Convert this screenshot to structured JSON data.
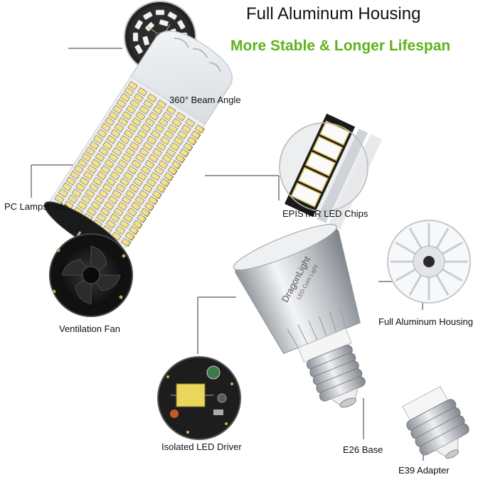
{
  "heading": {
    "title": "Full Aluminum Housing",
    "subtitle": "More Stable & Longer Lifespan"
  },
  "colors": {
    "subtitle_green": "#5db31c",
    "led_yellow": "#f2d75a",
    "aluminum": "#c9ccd1",
    "pcb_black": "#1a1a1a"
  },
  "callouts": {
    "beam_angle": "360° Beam Angle",
    "pc_lampshade": "PC Lampshade",
    "epistar_chips": "EPISTAR LED Chips",
    "ventilation_fan": "Ventilation Fan",
    "aluminum_housing": "Full Aluminum Housing",
    "led_driver": "Isolated LED Driver",
    "e26_base": "E26 Base",
    "e39_adapter": "E39 Adapter"
  },
  "product_print": {
    "brand": "DragonLight",
    "model": "LED Corn Light"
  }
}
